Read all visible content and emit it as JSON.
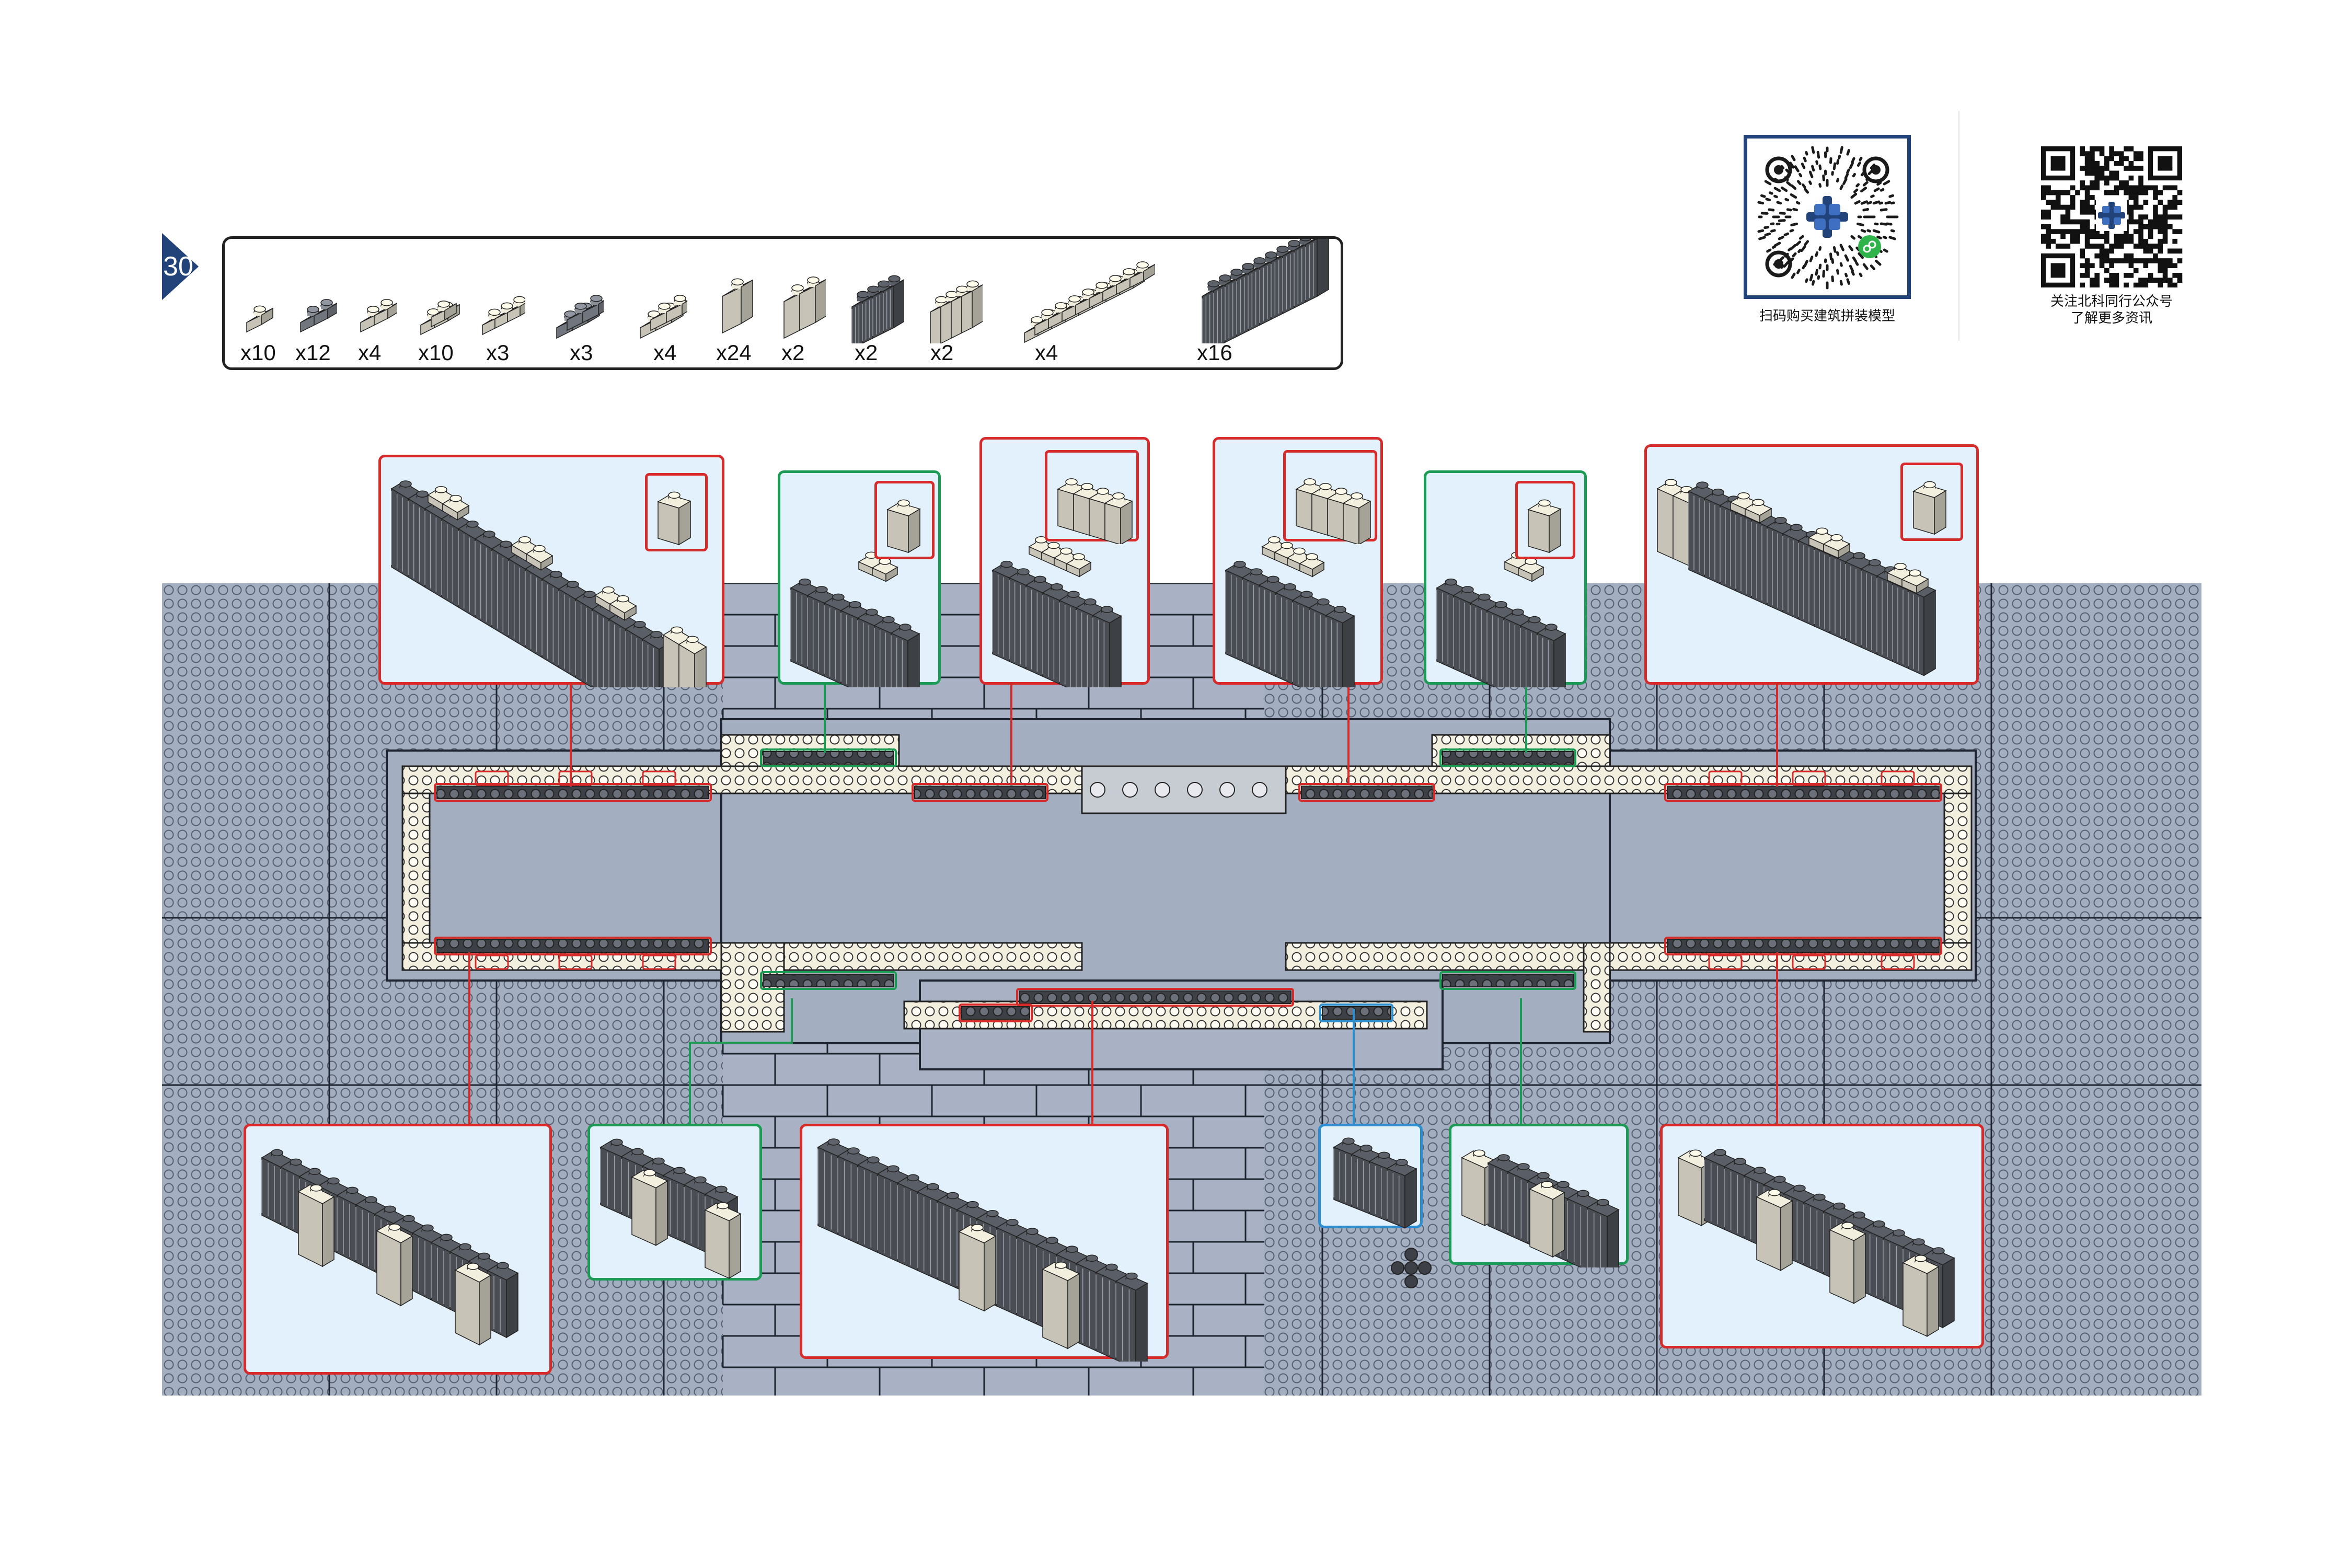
{
  "page": {
    "step": "30",
    "colors": {
      "navy": "#21437a",
      "baseplate": "#a3aec0",
      "callout_red": "#d72a2a",
      "callout_green": "#1c9b55",
      "callout_blue": "#2d8fd0",
      "callout_fill": "#e2f1fb",
      "brick_white": "#f3efdf",
      "brick_trans_black": "#4a4d55"
    }
  },
  "parts": [
    {
      "qty": "x10",
      "kind": "plate-1x1-white"
    },
    {
      "qty": "x12",
      "kind": "plate-1x2-grey"
    },
    {
      "qty": "x4",
      "kind": "plate-1x2-white"
    },
    {
      "qty": "x10",
      "kind": "plate-2x2-corner-white"
    },
    {
      "qty": "x3",
      "kind": "plate-1x3-white"
    },
    {
      "qty": "x3",
      "kind": "plate-2x2-grey"
    },
    {
      "qty": "x4",
      "kind": "plate-2x2-white"
    },
    {
      "qty": "x24",
      "kind": "brick-1x1x2-white"
    },
    {
      "qty": "x2",
      "kind": "brick-1x2x2-white"
    },
    {
      "qty": "x2",
      "kind": "brick-1x4x2-trans-black"
    },
    {
      "qty": "x2",
      "kind": "brick-1x4x2-white"
    },
    {
      "qty": "x4",
      "kind": "plate-2x8-white"
    },
    {
      "qty": "x16",
      "kind": "brick-1x6x3-trans-black"
    }
  ],
  "qr": [
    {
      "caption": "扫码购买建筑拼装模型",
      "icon": "mini-program-qr-icon"
    },
    {
      "caption_line1": "关注北科同行公众号",
      "caption_line2": "了解更多资讯",
      "icon": "official-account-qr-icon"
    }
  ]
}
